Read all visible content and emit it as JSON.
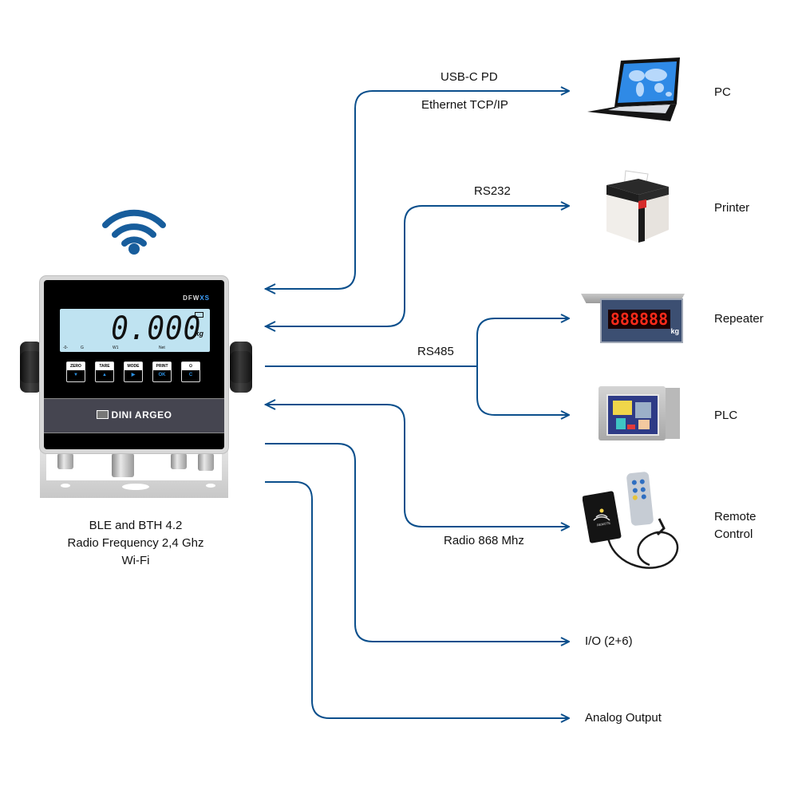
{
  "colors": {
    "line": "#0b4f8c",
    "wifi": "#175d9c",
    "text": "#111111",
    "lcd": "#bfe3f1",
    "brand_bar": "#454550"
  },
  "indicator": {
    "wifi_icon": "wifi-icon",
    "model": "DFW",
    "model_accent": "XS",
    "display_value": "0.000",
    "display_unit": "kg",
    "lcd_annunciators": [
      "-0-",
      "G",
      "W1",
      "Net"
    ],
    "keys": [
      {
        "top": "ZERO",
        "bottom": "▼"
      },
      {
        "top": "TARE",
        "bottom": "▲"
      },
      {
        "top": "MODE",
        "bottom": "▶"
      },
      {
        "top": "PRINT",
        "bottom": "OK"
      },
      {
        "top": "⏻",
        "bottom": "C"
      }
    ],
    "brand": "DINI ARGEO",
    "caption_lines": [
      "BLE and BTH 4.2",
      "Radio Frequency 2,4 Ghz",
      "Wi-Fi"
    ]
  },
  "connections": {
    "usb": "USB-C PD",
    "ethernet": "Ethernet TCP/IP",
    "rs232": "RS232",
    "rs485": "RS485",
    "radio": "Radio 868 Mhz",
    "io": "I/O (2+6)",
    "analog": "Analog Output"
  },
  "devices": {
    "pc": "PC",
    "printer": "Printer",
    "repeater": "Repeater",
    "repeater_display": "888888",
    "repeater_unit": "kg",
    "plc": "PLC",
    "remote": "Remote Control",
    "remote_line1": "Remote",
    "remote_line2": "Control",
    "remote_box_label": "REMOTE"
  }
}
